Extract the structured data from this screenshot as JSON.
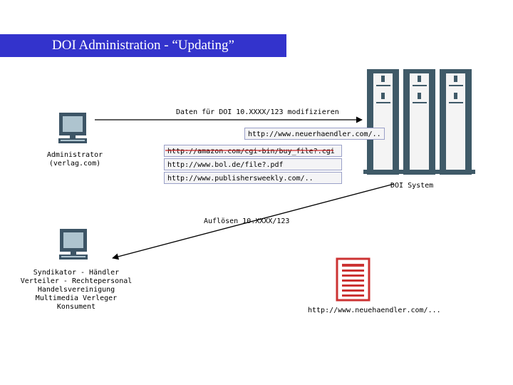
{
  "title": "DOI Administration - “Updating”",
  "actors": {
    "administrator": [
      "Administrator",
      "(verlag.com)"
    ],
    "syndicator": [
      "Syndikator - Händler",
      "Verteiler - Rechtepersonal",
      "Handelsvereinigung",
      "Multimedia Verleger",
      "Konsument"
    ],
    "doi_system": "DOI System"
  },
  "messages": {
    "modify": "Daten für DOI 10.XXXX/123 modifizieren",
    "resolve": "Auflösen 10.XXXX/123"
  },
  "urls": {
    "new_url": "http://www.neuerhaendler.com/..",
    "old_list": [
      "http://amazon.com/cgi-bin/buy_file?.cgi",
      "http://www.bol.de/file?.pdf",
      "http://www.publishersweekly.com/.."
    ],
    "document_url": "http://www.neuehaendler.com/..."
  },
  "colors": {
    "title_bg": "#3333cc",
    "title_text": "#ffffff",
    "icon_dark": "#3d5566",
    "icon_light": "#aec4cf",
    "server_frame": "#3f5a68",
    "document_red": "#cc3333",
    "strike": "#cc2222"
  },
  "icons": [
    "computer-icon",
    "server-icon",
    "document-icon",
    "arrow-icon"
  ]
}
